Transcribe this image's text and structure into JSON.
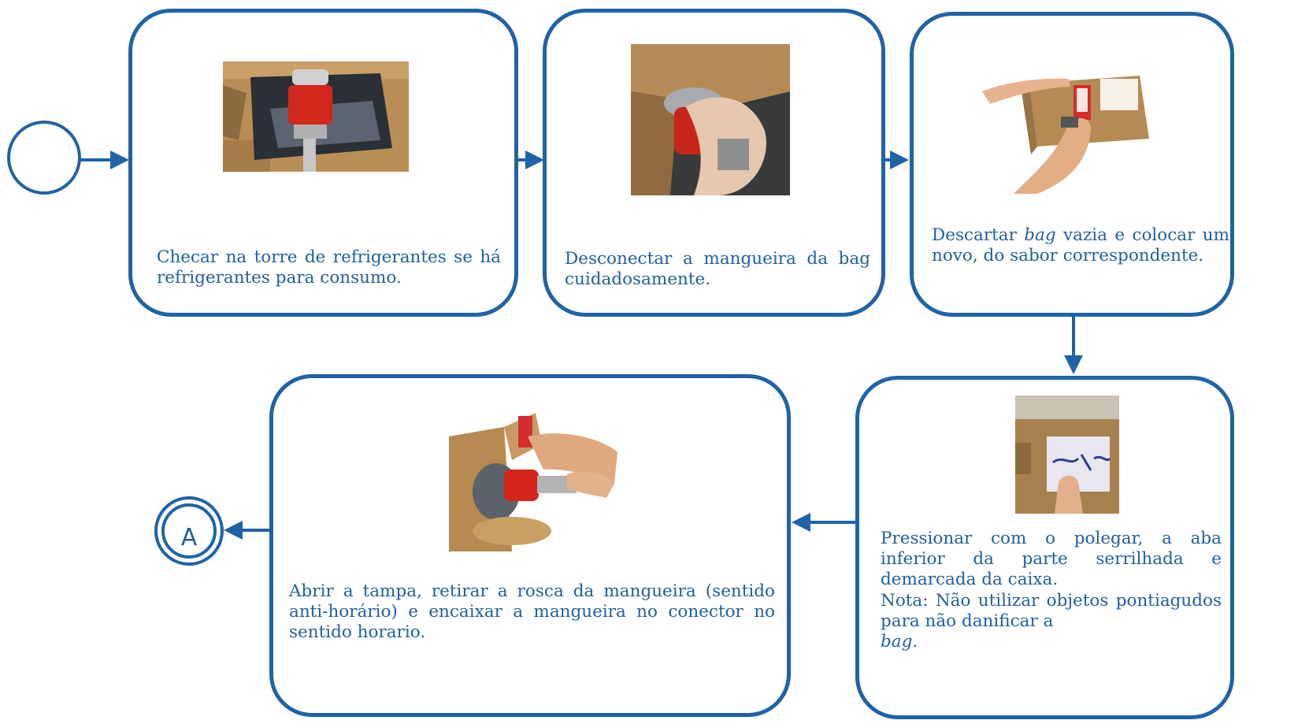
{
  "steps": [
    {
      "id": "step-1",
      "photo_icon": "soda-bag-connector-photo",
      "text": "Checar na torre de refrigerantes se há refrigerantes para consumo."
    },
    {
      "id": "step-2",
      "photo_icon": "hose-disconnect-photo",
      "text": "Desconectar a mangueira da bag cuidadosamente."
    },
    {
      "id": "step-3",
      "photo_icon": "replace-bag-photo",
      "text_parts": [
        "Descartar ",
        "bag",
        " vazia e colocar um novo, do sabor correspondente."
      ]
    },
    {
      "id": "step-4",
      "photo_icon": "press-tab-photo",
      "lines": [
        "Pressionar com o polegar, a aba inferior da parte serrilhada e demarcada da caixa.",
        "Nota: Não utilizar objetos pontiagudos para não danificar a"
      ],
      "last_word": "bag."
    },
    {
      "id": "step-5",
      "photo_icon": "connect-hose-photo",
      "text": "Abrir a tampa, retirar a rosca da mangueira (sentido anti-horário) e encaixar a mangueira no conector no sentido horario."
    }
  ],
  "end_event": {
    "label": "A"
  },
  "colors": {
    "stroke": "#1f63a6",
    "text": "#1f5fa0",
    "background": "#ffffff"
  }
}
